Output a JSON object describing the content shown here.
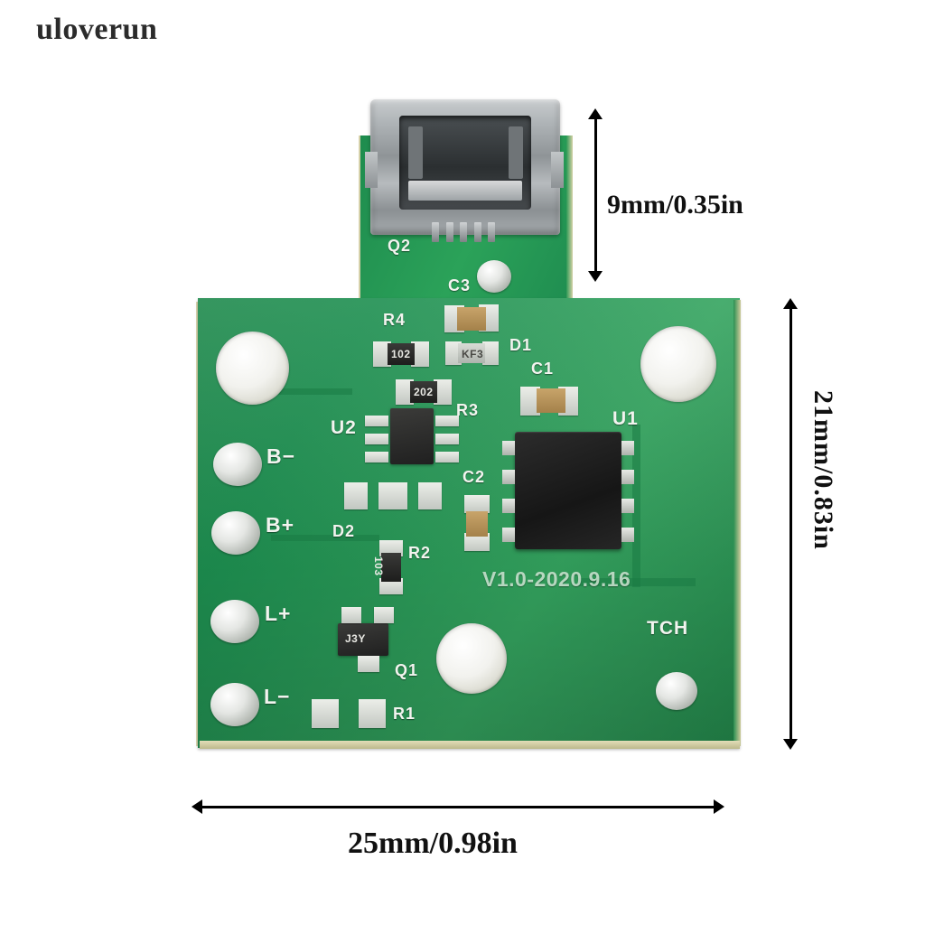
{
  "watermark": "uloverun",
  "dimensions": {
    "height_connector": "9mm/0.35in",
    "board_height": "21mm/0.83in",
    "board_width": "25mm/0.98in"
  },
  "board": {
    "version_silk": "V1.0-2020.9.16",
    "pads": [
      {
        "name": "B-",
        "label": "B−"
      },
      {
        "name": "B+",
        "label": "B+"
      },
      {
        "name": "L+",
        "label": "L+"
      },
      {
        "name": "L-",
        "label": "L−"
      },
      {
        "name": "TCH",
        "label": "TCH"
      }
    ],
    "designators": [
      {
        "ref": "Q2",
        "label": "Q2"
      },
      {
        "ref": "C3",
        "label": "C3"
      },
      {
        "ref": "R4",
        "label": "R4"
      },
      {
        "ref": "D1",
        "label": "D1"
      },
      {
        "ref": "C1",
        "label": "C1"
      },
      {
        "ref": "R3",
        "label": "R3"
      },
      {
        "ref": "U1",
        "label": "U1"
      },
      {
        "ref": "U2",
        "label": "U2"
      },
      {
        "ref": "C2",
        "label": "C2"
      },
      {
        "ref": "D2",
        "label": "D2"
      },
      {
        "ref": "R2",
        "label": "R2"
      },
      {
        "ref": "Q1",
        "label": "Q1"
      },
      {
        "ref": "R1",
        "label": "R1"
      }
    ],
    "component_markings": [
      {
        "ref": "R4",
        "text": "102"
      },
      {
        "ref": "R3",
        "text": "202"
      },
      {
        "ref": "R2",
        "text": "103"
      },
      {
        "ref": "Q1",
        "text": "J3Y"
      },
      {
        "ref": "D1",
        "text": "KF3"
      }
    ],
    "colors": {
      "solder_mask": "#2a9a58",
      "pad_metal": "#dfe2dd",
      "silkscreen": "#f2f4ef",
      "ic_body": "#1d1d1d",
      "board_edge": "#ded9b4"
    }
  }
}
